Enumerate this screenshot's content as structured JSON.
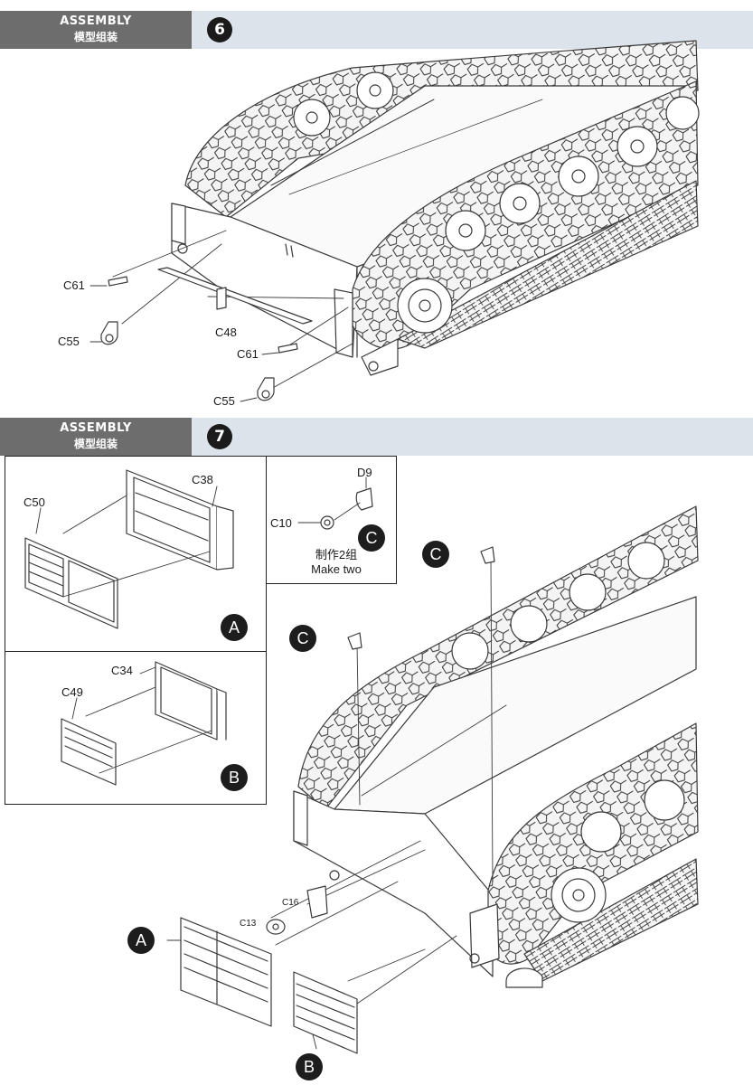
{
  "steps": [
    {
      "assembly_en": "ASSEMBLY",
      "assembly_cn": "模型组装",
      "number": "6",
      "parts": {
        "c61_a": "C61",
        "c55_a": "C55",
        "c48": "C48",
        "c61_b": "C61",
        "c55_b": "C55"
      }
    },
    {
      "assembly_en": "ASSEMBLY",
      "assembly_cn": "模型组装",
      "number": "7",
      "sub_a": {
        "parts": {
          "c50": "C50",
          "c38": "C38"
        },
        "badge": "A"
      },
      "sub_b": {
        "parts": {
          "c49": "C49",
          "c34": "C34"
        },
        "badge": "B"
      },
      "sub_c": {
        "parts": {
          "d9": "D9",
          "c10": "C10"
        },
        "badge": "C",
        "note_cn": "制作2组",
        "note_en": "Make two"
      },
      "main": {
        "callouts": {
          "c_left": "C",
          "c_right": "C",
          "a": "A",
          "b": "B"
        },
        "parts": {
          "c16": "C16",
          "c13": "C13"
        }
      }
    }
  ],
  "colors": {
    "header_dark": "#6d6d6d",
    "header_bar": "#dde3ea",
    "badge": "#1d1d1d",
    "line": "#3a3a3a"
  }
}
